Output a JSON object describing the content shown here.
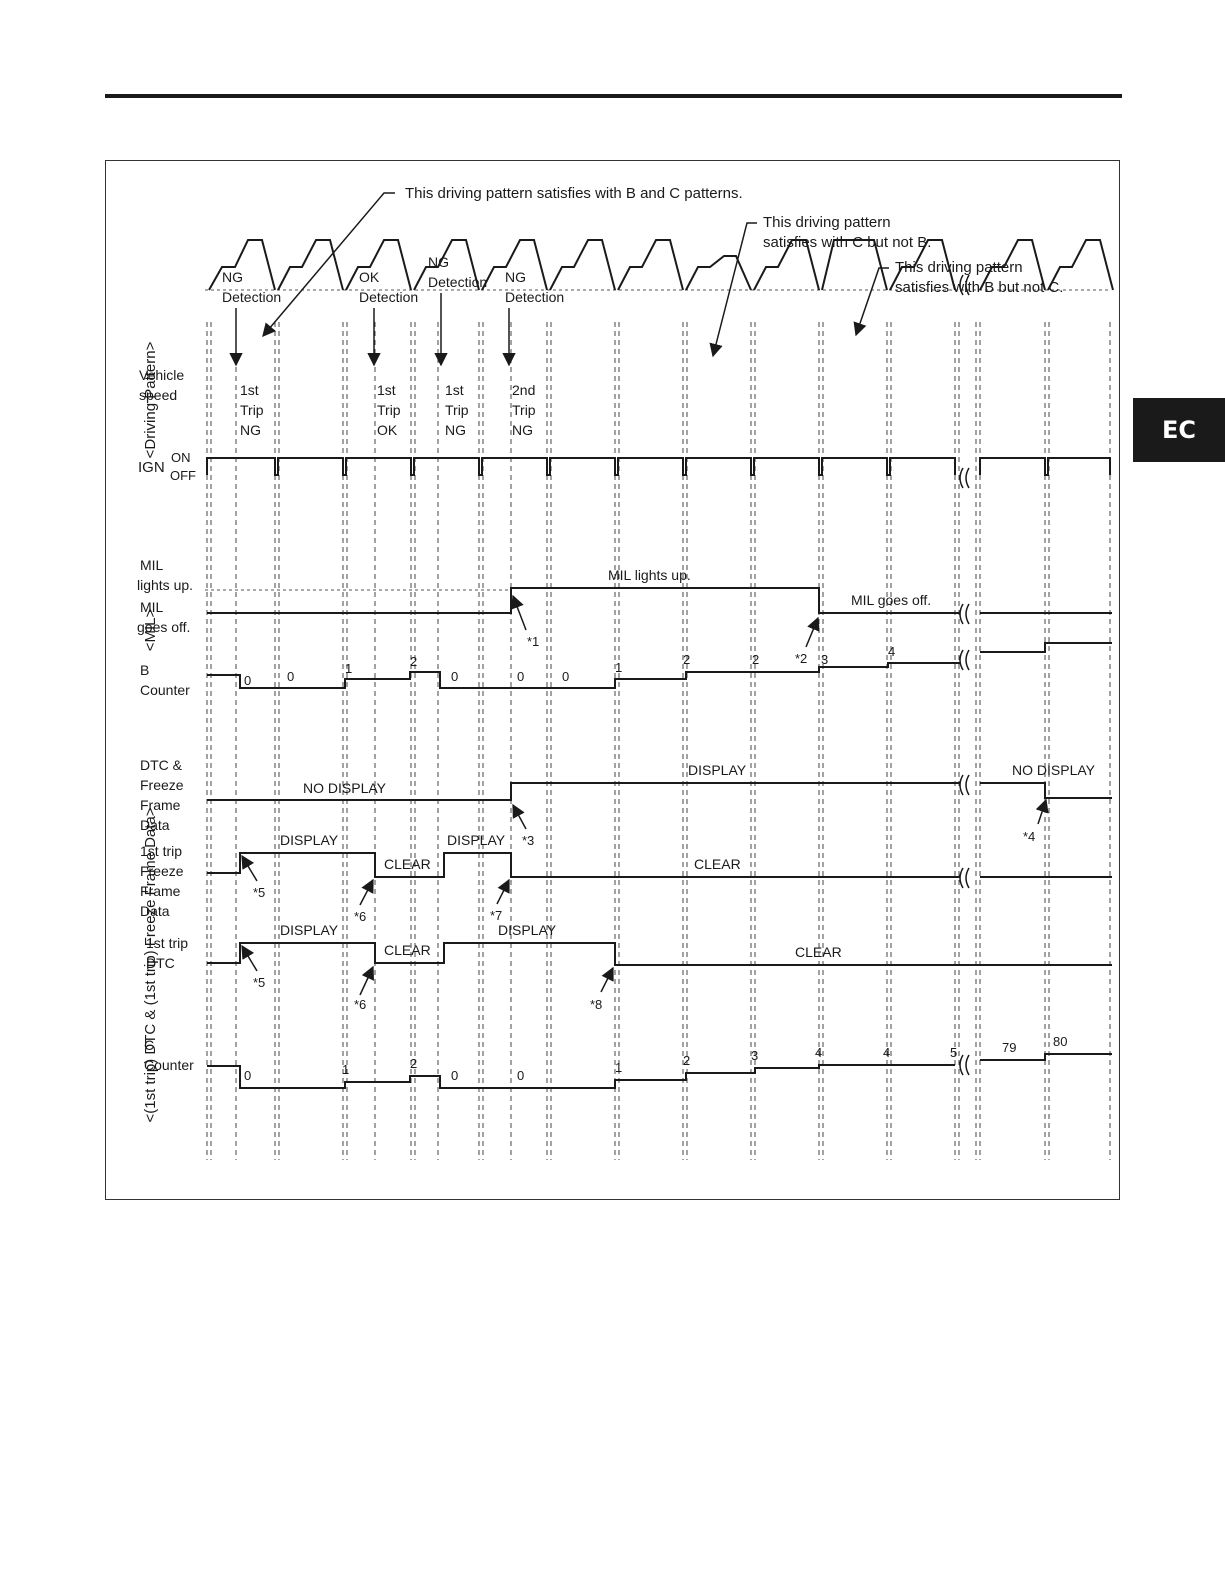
{
  "section_tab": "EC",
  "annotations": {
    "pattern_bc": "This driving pattern satisfies with B and C patterns.",
    "pattern_c_not_b": [
      "This driving pattern",
      "satisfies with C but not B."
    ],
    "pattern_b_not_c": [
      "This driving pattern",
      "satisfies with B but not C."
    ]
  },
  "detections": [
    [
      "NG",
      "Detection"
    ],
    [
      "OK",
      "Detection"
    ],
    [
      "NG",
      "Detection"
    ],
    [
      "NG",
      "Detection"
    ]
  ],
  "trip_results": [
    [
      "1st",
      "Trip",
      "NG"
    ],
    [
      "1st",
      "Trip",
      "OK"
    ],
    [
      "1st",
      "Trip",
      "NG"
    ],
    [
      "2nd",
      "Trip",
      "NG"
    ]
  ],
  "section_labels": {
    "driving_pattern": "<Driving Pattern>",
    "mil": "<MIL>",
    "dtc": "<(1st trip) DTC & (1st trip) Freeze Frame Data>"
  },
  "row_labels": {
    "vehicle_speed": [
      "Vehicle",
      "speed"
    ],
    "ign": "IGN",
    "ign_on": "ON",
    "ign_off": "OFF",
    "mil_on": [
      "MIL",
      "lights up."
    ],
    "mil_off": [
      "MIL",
      "goes off."
    ],
    "b_counter": [
      "B",
      "Counter"
    ],
    "dtc_ffd": [
      "DTC &",
      "Freeze",
      "Frame",
      "Data"
    ],
    "first_trip_ffd": [
      "1st trip",
      "Freeze",
      "Frame",
      "Data"
    ],
    "first_trip_dtc": [
      "1st trip",
      "DTC"
    ],
    "c_counter": [
      "C",
      "Counter"
    ]
  },
  "state_labels": {
    "mil_lights_up": "MIL lights up.",
    "mil_goes_off": "MIL goes off.",
    "dtc_no_display_1": "NO DISPLAY",
    "dtc_display": "DISPLAY",
    "dtc_no_display_2": "NO DISPLAY",
    "ffd_display_1": "DISPLAY",
    "ffd_clear_1": "CLEAR",
    "ffd_display_2": "DISPLAY",
    "ffd_clear_2": "CLEAR",
    "tdtc_display_1": "DISPLAY",
    "tdtc_clear_1": "CLEAR",
    "tdtc_display_2": "DISPLAY",
    "tdtc_clear_2": "CLEAR"
  },
  "markers": {
    "m1": "*1",
    "m2": "*2",
    "m3": "*3",
    "m4": "*4",
    "m5a": "*5",
    "m5b": "*5",
    "m6a": "*6",
    "m6b": "*6",
    "m7": "*7",
    "m8": "*8"
  },
  "b_counter_values": [
    "0",
    "0",
    "1",
    "2",
    "0",
    "0",
    "0",
    "1",
    "2",
    "2",
    "3",
    "4"
  ],
  "c_counter_values": [
    "0",
    "1",
    "2",
    "0",
    "0",
    "1",
    "2",
    "3",
    "4",
    "4",
    "5",
    "79",
    "80"
  ]
}
